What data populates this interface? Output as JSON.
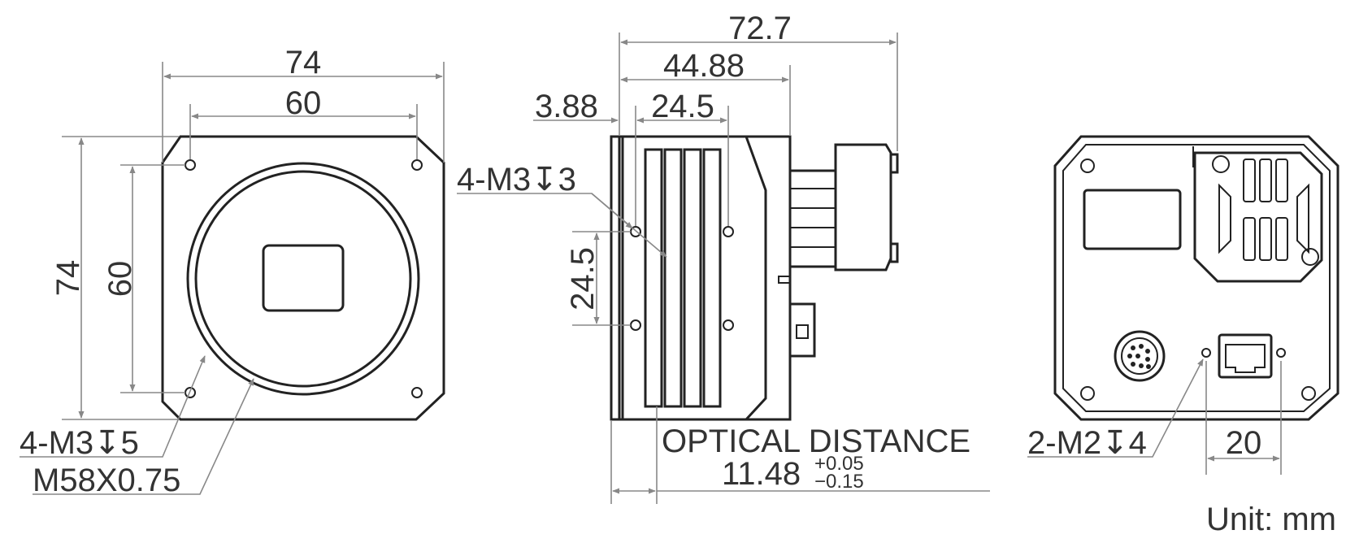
{
  "front_view": {
    "outer_width": "74",
    "inner_width": "60",
    "outer_height": "74",
    "inner_height": "60",
    "holes_note": "4-M3↧5",
    "mount_note": "M58X0.75"
  },
  "side_view": {
    "length_total": "72.7",
    "length_body": "44.88",
    "flange_offset": "3.88",
    "hole_pitch_h": "24.5",
    "hole_pitch_v": "24.5",
    "holes_note": "4-M3↧3",
    "optical_label": "OPTICAL DISTANCE",
    "optical_value": "11.48",
    "optical_tol_upper": "+0.05",
    "optical_tol_lower": "−0.15"
  },
  "rear_view": {
    "holes_note": "2-M2↧4",
    "hole_spacing": "20"
  },
  "unit_label": "Unit: mm"
}
